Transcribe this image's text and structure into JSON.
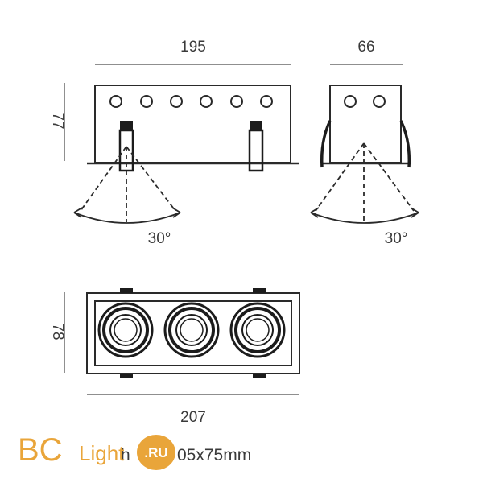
{
  "dimensions": {
    "front_width": "195",
    "side_depth": "66",
    "height": "77",
    "tilt_front": "30°",
    "tilt_side": "30°",
    "top_depth": "78",
    "top_width": "207"
  },
  "cutout": {
    "prefix": "h",
    "text": "05x75mm"
  },
  "logo": {
    "bc": "BC",
    "light": "Light",
    "ru": ".RU"
  },
  "colors": {
    "line": "#2a2a2a",
    "dimension_line": "#6a6a6a",
    "logo_orange": "#e9a53a"
  }
}
